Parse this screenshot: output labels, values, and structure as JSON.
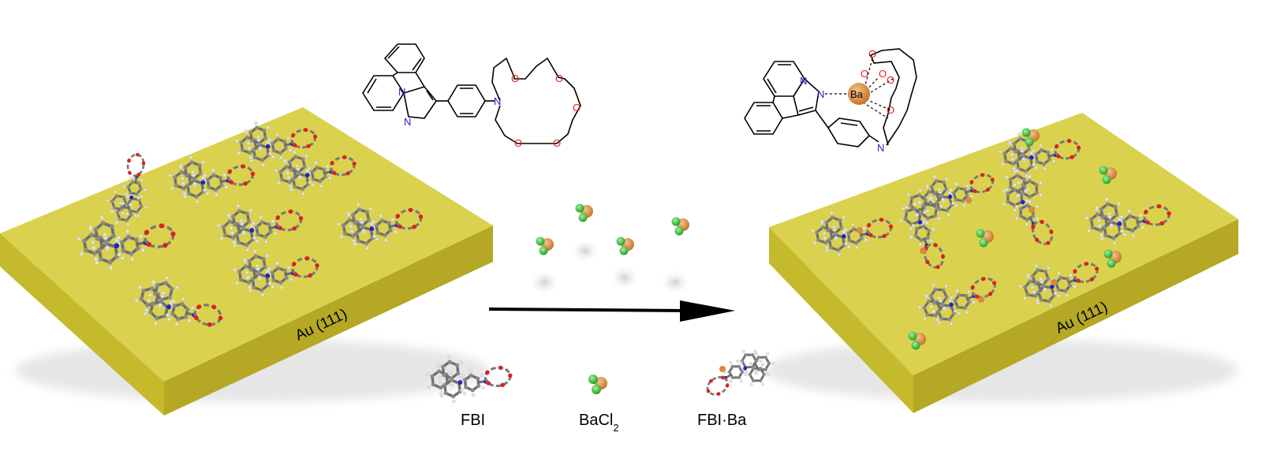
{
  "left_slab": {
    "label": "Au (111)"
  },
  "right_slab": {
    "label": "Au (111)"
  },
  "structure_left": {
    "atoms": [
      "N",
      "N",
      "N",
      "O",
      "O",
      "O",
      "O",
      "O"
    ]
  },
  "structure_right": {
    "atoms": [
      "N",
      "N",
      "N",
      "Ba",
      "O",
      "O",
      "O",
      "O",
      "O"
    ]
  },
  "legend": {
    "items": [
      {
        "label": "FBI"
      },
      {
        "label_main": "BaCl",
        "label_sub": "2"
      },
      {
        "label": "FBI·Ba"
      }
    ]
  },
  "colors": {
    "gold_top": "#dad24e",
    "gold_front": "#c5b92c",
    "gold_side": "#a89c1c",
    "barium": "#d98a3a",
    "chlorine": "#3ec23e",
    "nitrogen": "#2222cc",
    "oxygen": "#e02020"
  }
}
